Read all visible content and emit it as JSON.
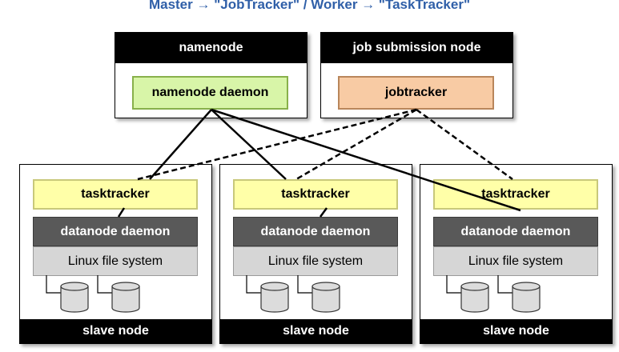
{
  "caption": "Master → \"JobTracker\" / Worker → \"TaskTracker\"",
  "namenode": {
    "title": "namenode",
    "daemon": "namenode daemon"
  },
  "job_submission": {
    "title": "job submission node",
    "daemon": "jobtracker"
  },
  "slaves": [
    {
      "tasktracker": "tasktracker",
      "datanode": "datanode daemon",
      "filesystem": "Linux file system",
      "footer": "slave node"
    },
    {
      "tasktracker": "tasktracker",
      "datanode": "datanode daemon",
      "filesystem": "Linux file system",
      "footer": "slave node"
    },
    {
      "tasktracker": "tasktracker",
      "datanode": "datanode daemon",
      "filesystem": "Linux file system",
      "footer": "slave node"
    }
  ],
  "colors": {
    "caption": "#2f5fa8",
    "namenode_daemon": "#d8f5a8",
    "jobtracker": "#f8cba4",
    "tasktracker": "#ffffa8",
    "datanode_daemon": "#595959",
    "filesystem": "#d6d6d6"
  },
  "connections": {
    "solid": "namenode daemon to each slave node",
    "dashed": "jobtracker to each tasktracker"
  }
}
